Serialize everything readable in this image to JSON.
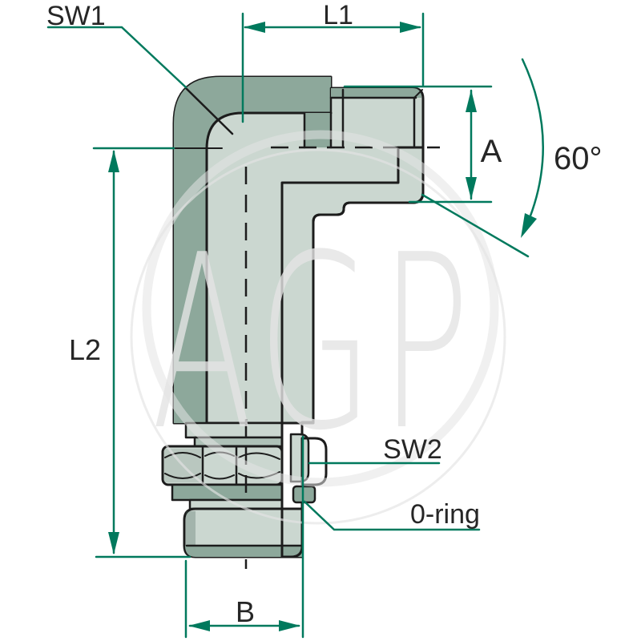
{
  "drawing": {
    "type": "technical-fitting-diagram",
    "part": "90-degree adjustable elbow hydraulic fitting, half-section view"
  },
  "watermark": {
    "text": "AGP"
  },
  "labels": {
    "sw1": "SW1",
    "l1": "L1",
    "a": "A",
    "angle": "60°",
    "l2": "L2",
    "sw2": "SW2",
    "oring": "0-ring",
    "b": "B"
  },
  "colors": {
    "body_dark": "#8DA89B",
    "body_light": "#CBD7D0",
    "body_mid": "#AEC1B7",
    "outline": "#1C1C1C",
    "dimension": "#00795D",
    "label_text": "#262626",
    "watermark": "#E2E2E2",
    "background": "#FFFFFF"
  }
}
